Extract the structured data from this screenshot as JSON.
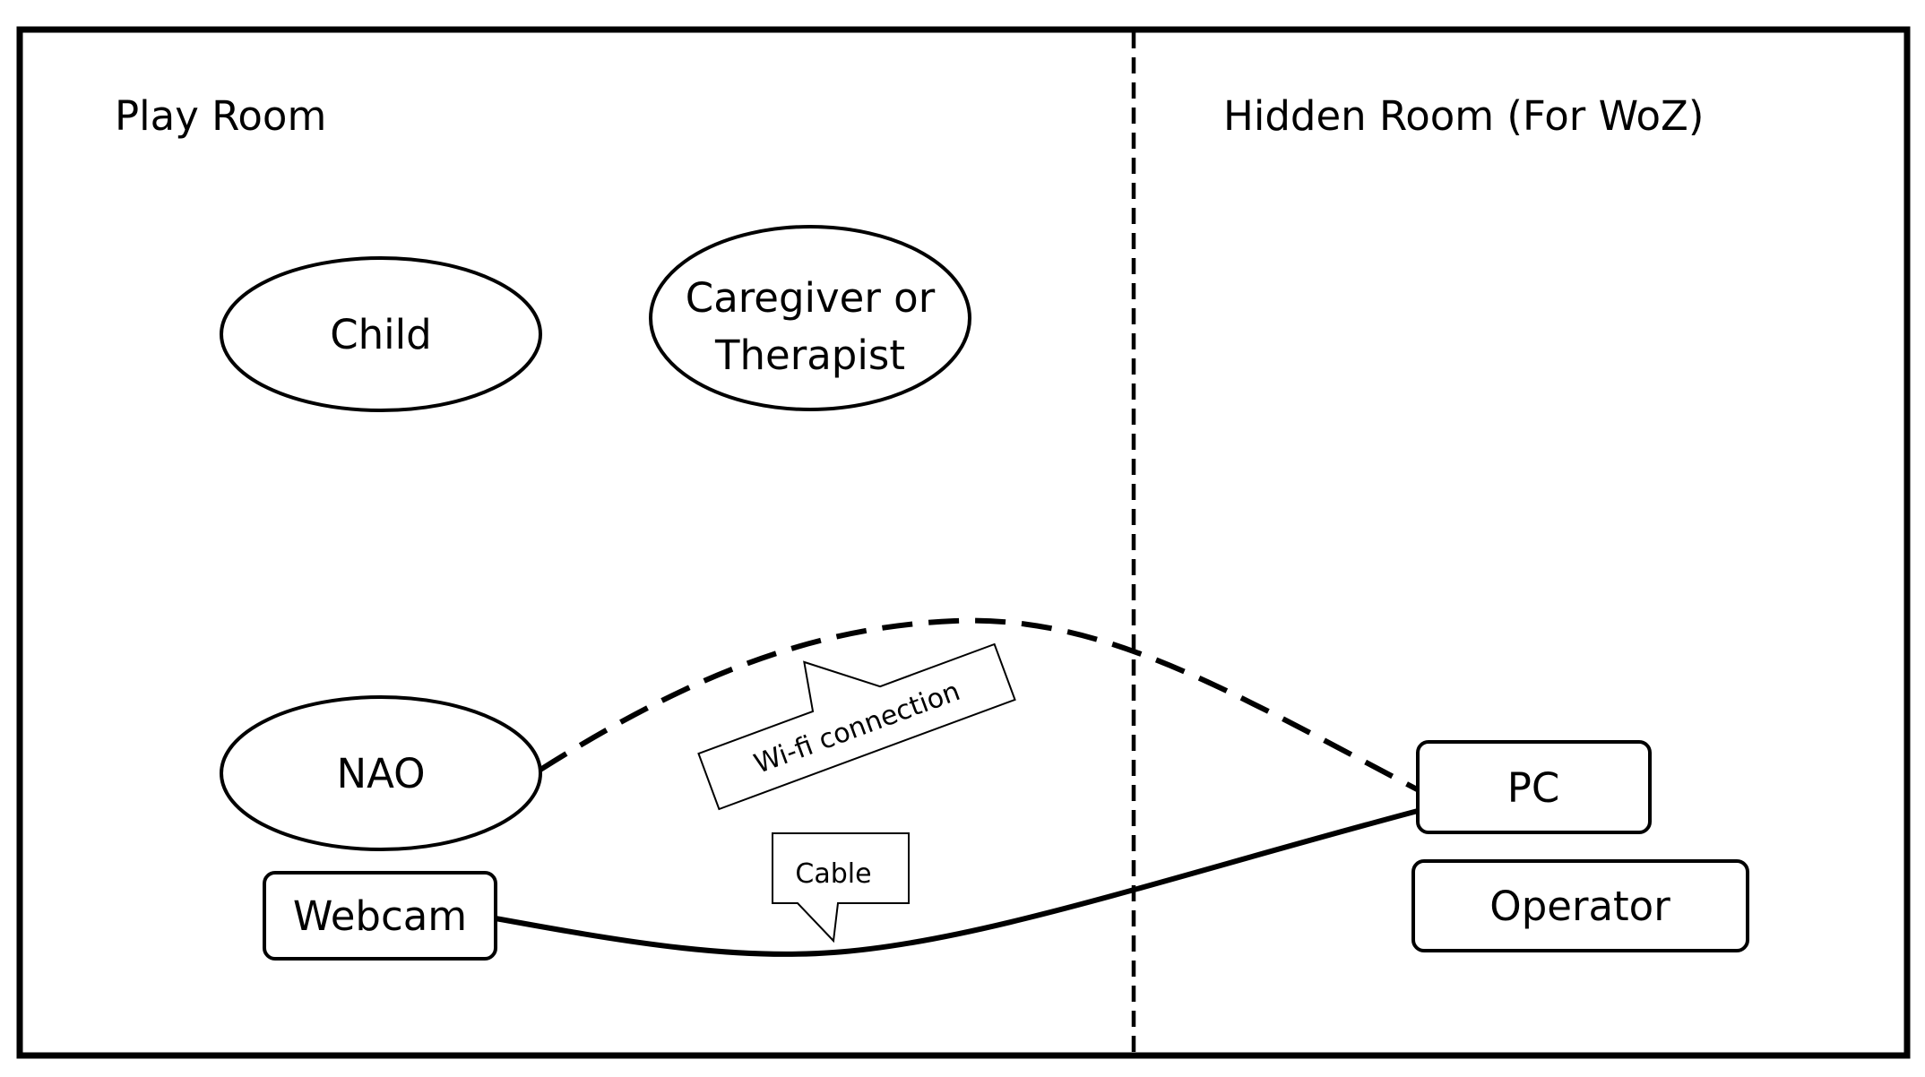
{
  "rooms": {
    "play_room_label": "Play Room",
    "hidden_room_label": "Hidden Room (For WoZ)"
  },
  "nodes": {
    "child": "Child",
    "caregiver_line1": "Caregiver or",
    "caregiver_line2": "Therapist",
    "nao": "NAO",
    "webcam": "Webcam",
    "pc": "PC",
    "operator": "Operator"
  },
  "connections": {
    "wifi_label": "Wi-fi connection",
    "cable_label": "Cable"
  },
  "colors": {
    "stroke": "#000000",
    "background": "#ffffff"
  }
}
